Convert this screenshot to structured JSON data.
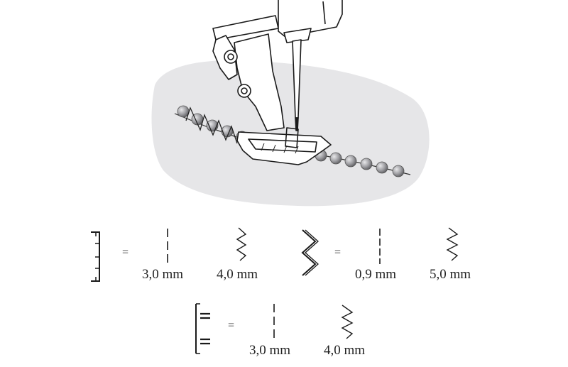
{
  "row1": {
    "group1": {
      "equals": "=",
      "length_label": "3,0 mm",
      "width_label": "4,0 mm"
    },
    "group2": {
      "equals": "=",
      "length_label": "0,9 mm",
      "width_label": "5,0 mm"
    }
  },
  "row2": {
    "group3": {
      "equals": "=",
      "length_label": "3,0 mm",
      "width_label": "4,0 mm"
    }
  },
  "colors": {
    "fabric": "#e6e6e8",
    "bead": "#9a9a9e",
    "line": "#1a1a1a"
  }
}
